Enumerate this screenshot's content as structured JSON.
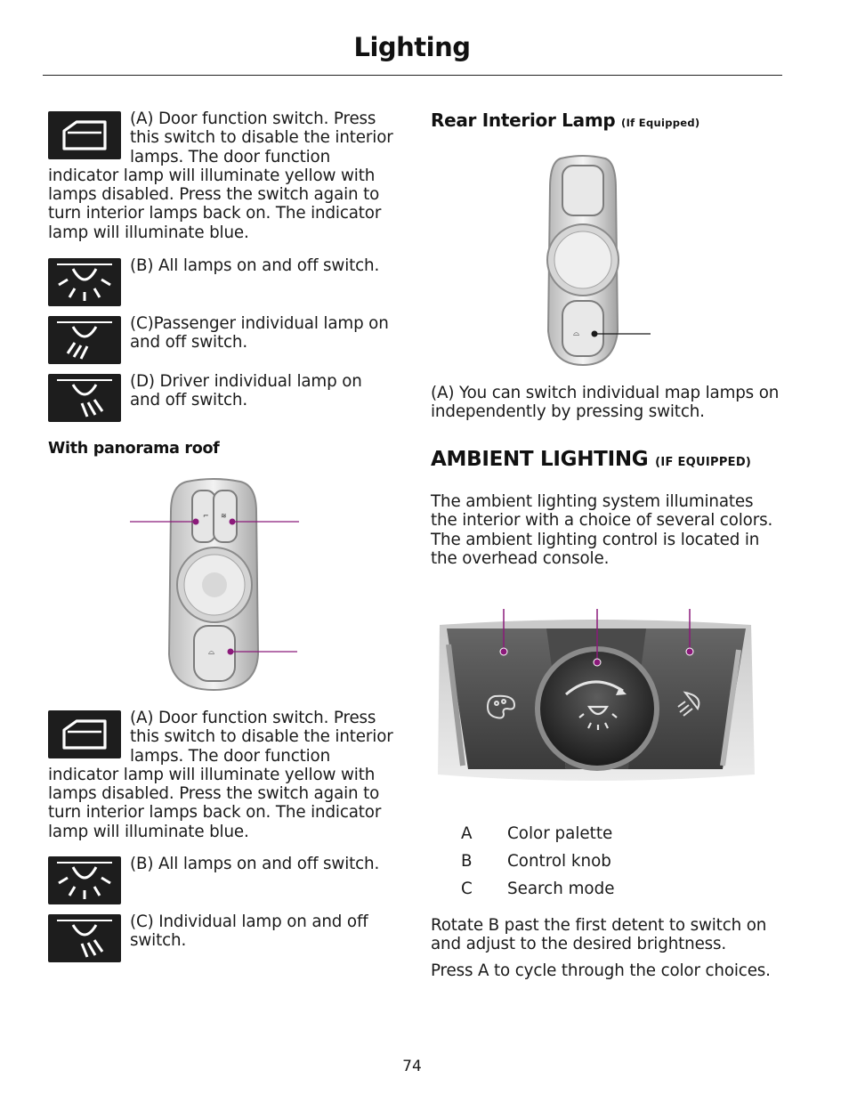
{
  "page": {
    "title": "Lighting",
    "number": "74"
  },
  "left": {
    "door_switch_1": "(A) Door function switch. Press this switch to disable the interior lamps. The door function indicator lamp will illuminate yellow with lamps disabled. Press the switch again to turn interior lamps back on. The indicator lamp will illuminate blue.",
    "all_lamps_1": "(B) All lamps on and off switch.",
    "passenger_lamp": "(C)Passenger individual lamp on and off switch.",
    "driver_lamp": "(D) Driver individual lamp on and off switch.",
    "panorama_heading": "With panorama roof",
    "door_switch_2": "(A) Door function switch. Press this switch to disable the interior lamps. The door function indicator lamp will illuminate yellow with lamps disabled. Press the switch again to turn interior lamps back on. The indicator lamp will illuminate blue.",
    "all_lamps_2": "(B) All lamps on and off switch.",
    "individual_lamp": "(C) Individual lamp on and off switch."
  },
  "right": {
    "rear_lamp_heading": "Rear Interior Lamp",
    "rear_lamp_qualifier": "(If Equipped)",
    "rear_lamp_text": "(A) You can switch individual map lamps on independently by pressing switch.",
    "ambient_heading": "AMBIENT LIGHTING",
    "ambient_qualifier": "(IF EQUIPPED)",
    "ambient_intro": "The ambient lighting system illuminates the interior with a choice of several colors. The ambient lighting control is located in the overhead console.",
    "legend": [
      {
        "letter": "A",
        "label": "Color palette"
      },
      {
        "letter": "B",
        "label": "Control knob"
      },
      {
        "letter": "C",
        "label": "Search mode"
      }
    ],
    "rotate_text": "Rotate B past the first detent to switch on and adjust to the desired brightness.",
    "press_text": "Press A to cycle through the color choices."
  },
  "colors": {
    "callout": "#8b1a7a",
    "icon_bg": "#1d1d1d",
    "text": "#1a1a1a"
  },
  "icons": [
    "door-icon",
    "all-lamps-icon",
    "passenger-lamp-icon",
    "driver-lamp-icon",
    "color-palette-icon",
    "dome-lamp-icon",
    "search-lamp-icon"
  ]
}
